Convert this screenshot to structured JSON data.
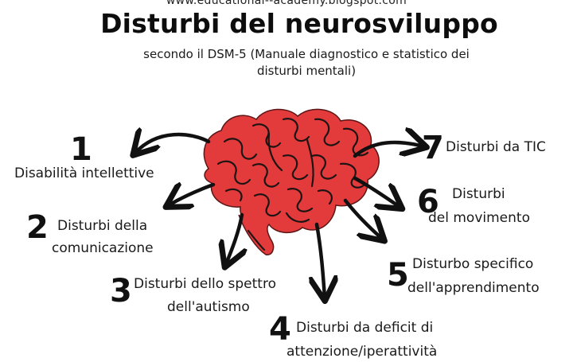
{
  "header": {
    "url": "www.educational--academy.blogspot.com",
    "title": "Disturbi del neurosviluppo",
    "subtitle": "secondo il DSM-5 (Manuale diagnostico e statistico dei disturbi mentali)"
  },
  "items": [
    {
      "number": "1",
      "label": "Disabilità intellettive"
    },
    {
      "number": "2",
      "label_line1": "Disturbi della",
      "label_line2": "comunicazione"
    },
    {
      "number": "3",
      "label_line1": "Disturbi dello spettro",
      "label_line2": "dell'autismo"
    },
    {
      "number": "4",
      "label_line1": "Disturbi da deficit di",
      "label_line2": "attenzione/iperattività"
    },
    {
      "number": "5",
      "label_line1": "Disturbo specifico",
      "label_line2": "dell'apprendimento"
    },
    {
      "number": "6",
      "label_line1": "Disturbi",
      "label_line2": "del movimento"
    },
    {
      "number": "7",
      "label": "Disturbi da TIC"
    }
  ],
  "colors": {
    "brain": "#e33b3b",
    "brain_lines": "#1e1414",
    "arrow": "#111111",
    "text": "#111111"
  }
}
